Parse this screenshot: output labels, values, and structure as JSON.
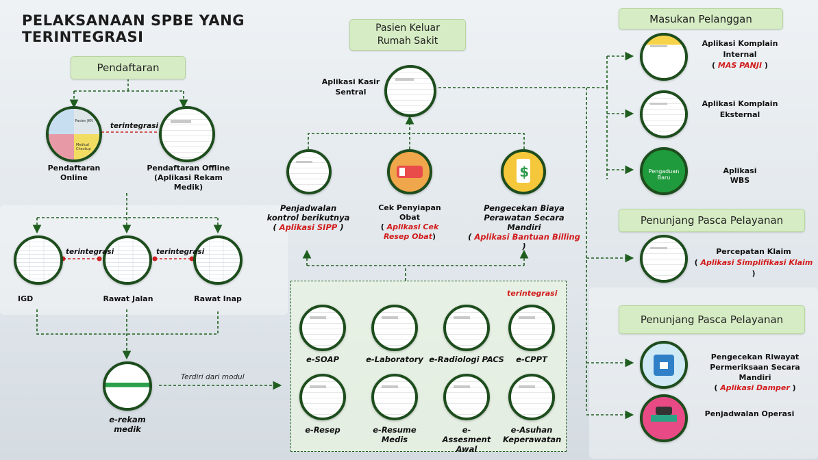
{
  "title": "PELAKSANAAN SPBE YANG TERINTEGRASI",
  "boxes": {
    "pendaftaran": "Pendaftaran",
    "pasien_keluar": "Pasien Keluar Rumah Sakit",
    "masukan_pelanggan": "Masukan Pelanggan",
    "penunjang_1": "Penunjang Pasca Pelayanan",
    "penunjang_2": "Penunjang Pasca Pelayanan"
  },
  "connector_labels": {
    "terintegrasi_pendaftaran": "terintegrasi",
    "terintegrasi_igd": "terintegrasi",
    "terintegrasi_rawat": "terintegrasi",
    "terintegrasi_modules": "terintegrasi",
    "terdiri": "Terdiri dari modul"
  },
  "left": {
    "pendaftaran_online": "Pendaftaran Online",
    "pendaftaran_offline_1": "Pendaftaran Offline",
    "pendaftaran_offline_2": "(Aplikasi Rekam Medik)",
    "igd": "IGD",
    "rawat_jalan": "Rawat Jalan",
    "rawat_inap": "Rawat Inap",
    "erekam": "e-rekam medik",
    "online_tiles": [
      "Pasien JKN",
      "Medical Checkup"
    ]
  },
  "middle": {
    "kasir": "Aplikasi Kasir Sentral",
    "sipp_1": "Penjadwalan kontrol berikutnya",
    "sipp_2": "Aplikasi SIPP",
    "obat_1": "Cek Penyiapan Obat",
    "obat_2": "Aplikasi Cek Resep Obat",
    "billing_1": "Pengecekan Biaya Perawatan Secara Mandiri",
    "billing_2": "Aplikasi Bantuan Billing"
  },
  "modules": [
    "e-SOAP",
    "e-Laboratory",
    "e-Radiologi PACS",
    "e-CPPT",
    "e-Resep",
    "e-Resume Medis",
    "e-Assesment Awal",
    "e-Asuhan Keperawatan"
  ],
  "right": {
    "komplain_internal_1": "Aplikasi Komplain Internal",
    "komplain_internal_2": "MAS PANJI",
    "komplain_eksternal": "Aplikasi Komplain Eksternal",
    "wbs": "Aplikasi WBS",
    "wbs_icon": "Pengaduan Baru",
    "klaim_1": "Percepatan Klaim",
    "klaim_2": "Aplikasi Simplifikasi Klaim",
    "riwayat_1": "Pengecekan Riwayat Permeriksaan Secara Mandiri",
    "riwayat_2": "Aplikasi Damper",
    "operasi": "Penjadwalan Operasi"
  },
  "colors": {
    "box_fill": "#d6ecc4",
    "line": "#1f5e1f",
    "accent_red": "#d21c1c",
    "circle_border": "#1d4d1d"
  }
}
